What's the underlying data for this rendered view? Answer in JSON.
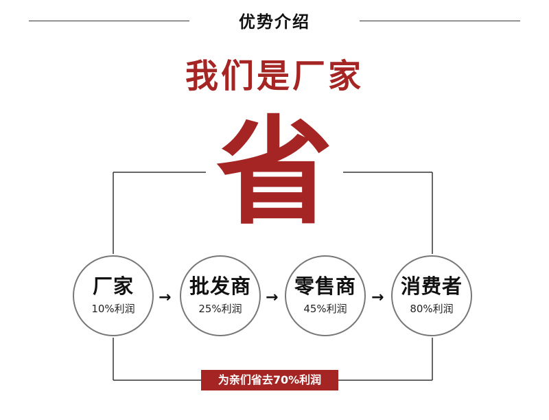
{
  "header": {
    "title": "优势介绍"
  },
  "headline": "我们是厂家",
  "big_char": "省",
  "chain": [
    {
      "name": "厂家",
      "profit": "10%利润"
    },
    {
      "name": "批发商",
      "profit": "25%利润"
    },
    {
      "name": "零售商",
      "profit": "45%利润"
    },
    {
      "name": "消费者",
      "profit": "80%利润"
    }
  ],
  "arrow_glyph": "→",
  "savings_badge": "为亲们省去70%利润",
  "colors": {
    "accent": "#a52524",
    "line": "#333333"
  }
}
